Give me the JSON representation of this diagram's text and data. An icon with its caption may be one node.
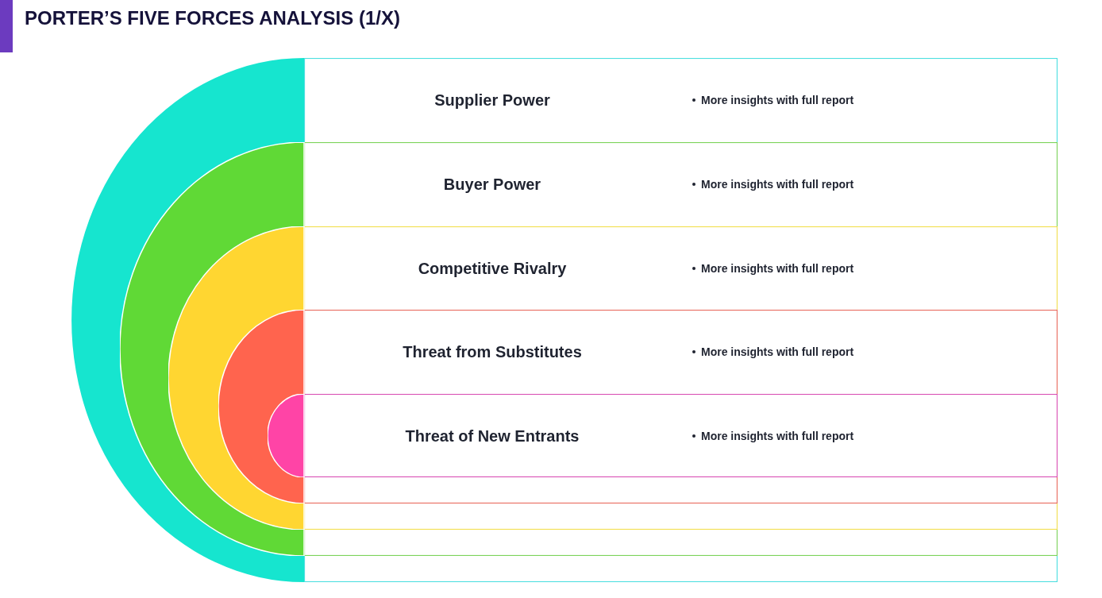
{
  "diagram": {
    "title": "PORTER’S FIVE FORCES ANALYSIS (1/X)",
    "nodes": [
      {
        "text": [
          "Supplier Power",
          "More insights with full report"
        ]
      },
      {
        "text": [
          "Buyer Power",
          "More insights with full report"
        ],
        "in": 0
      },
      {
        "text": [
          "Competitive Rivalry",
          "More insights with full report"
        ],
        "in": 1
      },
      {
        "text": [
          "Threat from Substitutes",
          "More insights with full report"
        ],
        "in": 2
      },
      {
        "text": [
          "Threat of New Entrants",
          "More insights with full report"
        ],
        "in": 3
      }
    ]
  }
}
